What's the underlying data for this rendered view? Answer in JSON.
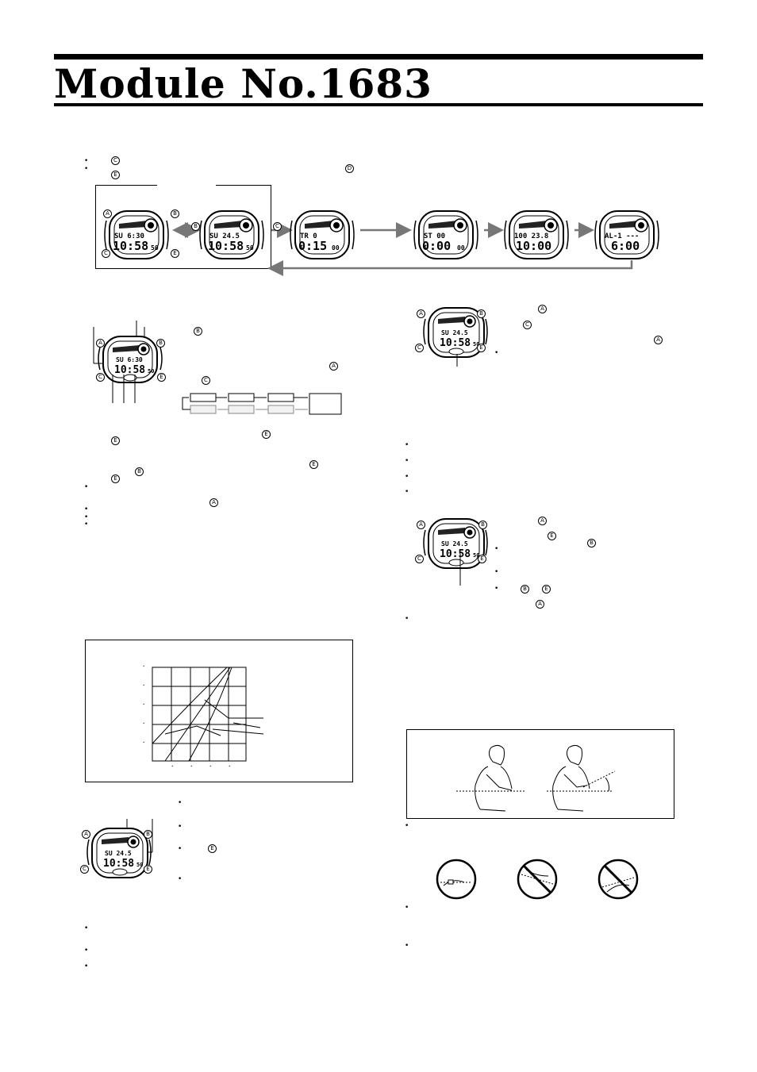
{
  "header": {
    "title": "Module No.1683"
  },
  "buttons": {
    "a": "A",
    "b": "B",
    "c": "C",
    "d": "D",
    "e": "E"
  },
  "mode_watches": [
    {
      "row1": "SU  6:30",
      "row2": "10:58",
      "sec": "50"
    },
    {
      "row1": "SU  24.5",
      "row2": "10:58",
      "sec": "50"
    },
    {
      "row1": "TR    0",
      "row2": "0:15",
      "sec": "00"
    },
    {
      "row1": "ST   00",
      "row2": "0:00",
      "sec": "00"
    },
    {
      "row1": "100  23.8",
      "row2": "10:00",
      "sec": ""
    },
    {
      "row1": "AL-1  ---",
      "row2": "6:00",
      "sec": ""
    }
  ],
  "detail_watches": {
    "set_time": {
      "row1": "SU  6:30",
      "row2": "10:58",
      "sec": "50"
    },
    "temp_1": {
      "row1": "SU  24.5",
      "row2": "10:58",
      "sec": "50"
    },
    "temp_2": {
      "row1": "SU  24.5",
      "row2": "10:58",
      "sec": "50"
    },
    "temp_3": {
      "row1": "SU  24.5",
      "row2": "10:58",
      "sec": "50"
    }
  }
}
